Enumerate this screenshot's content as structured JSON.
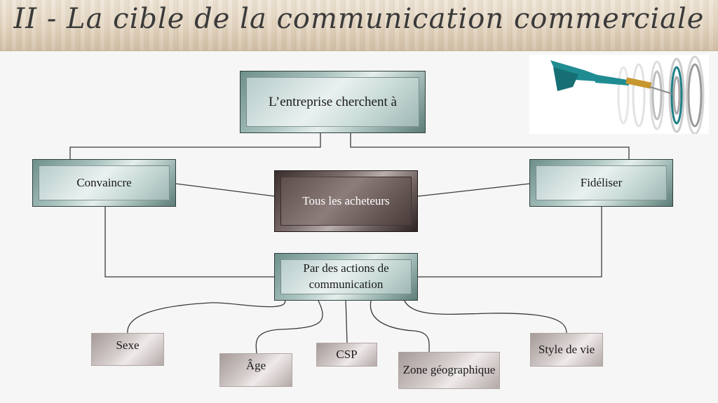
{
  "title": "II - La cible de la communication commerciale",
  "nodes": {
    "root": "L’entreprise cherchent à",
    "convaincre": "Convaincre",
    "fideliser": "Fidéliser",
    "center": "Tous les acheteurs",
    "actions": "Par des actions de communication",
    "sexe": "Sexe",
    "age": "Âge",
    "csp": "CSP",
    "zone": "Zone géographique",
    "style": "Style de vie"
  },
  "image": {
    "icon": "dart-target-icon"
  }
}
